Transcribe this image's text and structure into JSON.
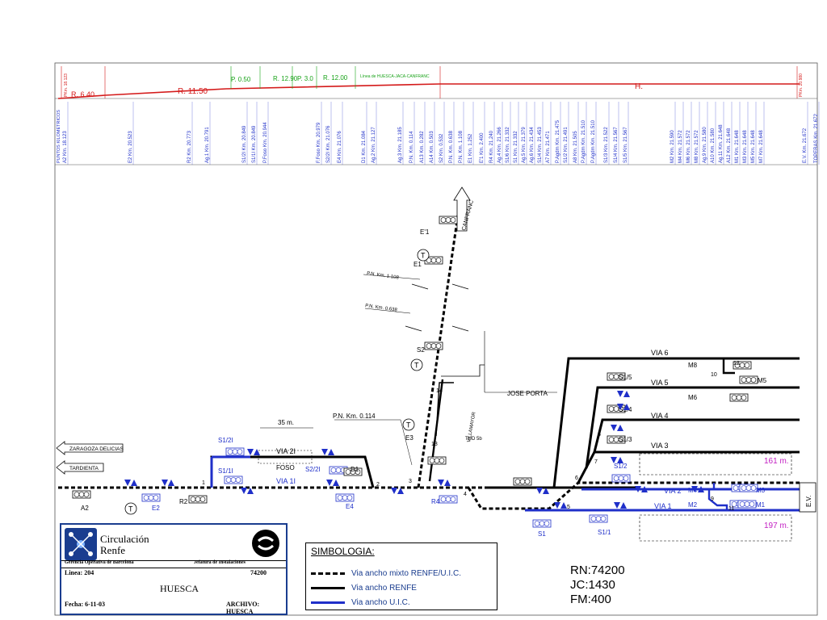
{
  "profile": {
    "gradients": [
      "R. 6.40",
      "R. 11.50",
      "P. 0.50",
      "R. 12.90",
      "P. 3.0",
      "R. 12.00",
      "H."
    ],
    "green_note": "Línea de HUESCA-JACA-CANFRANC",
    "km_markers": [
      "PKm. 18.123",
      "PKm. 20.980"
    ]
  },
  "km_header": "PUNTOS KILOMETRICOS",
  "km_points": [
    "A2 Km. 18.123",
    "E2 Km. 20.523",
    "R2 Km. 20.773",
    "Ag.1 Km. 20.791",
    "S1/2I Km. 20.849",
    "S1/1I Km. 20.849",
    "P.Foso Km. 20.944",
    "F.Foso Km. 20.979",
    "S2/2I Km. 21.076",
    "E4 Km. 21.076",
    "D1 Km. 21.084",
    "Ag.2 Km. 21.127",
    "Ag.3 Km. 21.185",
    "P.N. Km. 0.114",
    "A13 Km. 0.282",
    "A14 Km. 0.503",
    "S2 Km. 0.532",
    "P.N. Km. 0.638",
    "P.N. Km. 1.108",
    "E1 Km. 1.252",
    "E'1 Km. 2.400",
    "R4 Km. 21.240",
    "Ag.4 Km. 21.266",
    "S1/6 Km. 21.332",
    "S1 Km. 21.332",
    "Ag.5 Km. 21.379",
    "Ag.6 Km. 21.434",
    "S1/4 Km. 21.453",
    "A7 Km. 21.471",
    "P.Agdm Km. 21.475",
    "S1/2 Km. 21.491",
    "A8 Km. 21.505",
    "P.Agdm Km. 21.510",
    "P.Agdm Km. 21.510",
    "S1/3 Km. 21.522",
    "S1/4 Km. 21.567",
    "S1/5 Km. 21.567",
    "M2 Km. 21.590",
    "M4 Km. 21.572",
    "M6 Km. 21.572",
    "M8 Km. 21.572",
    "Ag.9 Km. 21.580",
    "A10 Km. 21.580",
    "Ag.11 Km. 21.648",
    "A12 Km. 21.648",
    "M1 Km. 21.648",
    "M3 Km. 21.648",
    "M5 Km. 21.648",
    "M7 Km. 21.648",
    "E.V. Km. 21.672",
    "TOPERAS Km. 21.672"
  ],
  "tracks": {
    "via6": "VIA 6",
    "via5": "VIA 5",
    "via4": "VIA 4",
    "via3": "VIA 3",
    "via2": "VIA 2",
    "via1": "VIA 1",
    "via2i": "VIA 2I",
    "via1i": "VIA 1I",
    "len161": "161 m.",
    "len197": "197 m.",
    "len35": "35 m."
  },
  "directions": {
    "zaragoza": "ZARAGOZA DELICIAS",
    "tardienta": "TARDIENTA",
    "canfranc": "CANFRANC",
    "ev": "E.V."
  },
  "places": {
    "jose_porta": "JOSE PORTA",
    "villamayor": "VILLAMAYOR",
    "tud": "TUD 5b",
    "foso": "FOSO"
  },
  "signals": {
    "e1p": "E'1",
    "e1": "E1",
    "s2": "S2",
    "e3": "E3",
    "s1_2i": "S1/2I",
    "s1_1i": "S1/1I",
    "s2_2i": "S2/2I",
    "d1": "D1",
    "e2": "E2",
    "a2": "A2",
    "r2": "R2",
    "e4": "E4",
    "r4": "R4",
    "s1": "S1",
    "s1_1": "S1/1",
    "s1_2": "S1/2",
    "s1_3": "S1/3",
    "s1_4": "S1/4",
    "s1_5": "S1/5",
    "m1": "M1",
    "m2": "M2",
    "m3": "M3",
    "m4": "M4",
    "m5": "M5",
    "m6": "M6",
    "m7": "M7",
    "m8": "M8",
    "t": "T"
  },
  "pn": {
    "pn1108": "P.N. Km. 1.108",
    "pn0638": "P.N. Km. 0.638",
    "pn0114": "P.N. Km. 0.114"
  },
  "switch_numbers": [
    "1",
    "2",
    "3",
    "4",
    "5",
    "6",
    "7",
    "8",
    "9",
    "10",
    "11",
    "12",
    "13",
    "14"
  ],
  "title_block": {
    "org_line1": "Circulación",
    "org_line2": "Renfe",
    "subtitle_left": "Gerencia Operativa de Barcelona",
    "subtitle_right": "Jefatura de Instalaciones",
    "linea_label": "Linea: 204",
    "code": "74200",
    "station": "HUESCA",
    "fecha": "Fecha: 6-11-03",
    "archivo": "ARCHIVO: HUESCA"
  },
  "legend": {
    "title": "SIMBOLOGIA:",
    "items": [
      "Via ancho mixto RENFE/U.I.C.",
      "Via ancho RENFE",
      "Via ancho U.I.C."
    ]
  },
  "codes": {
    "rn": "RN:74200",
    "jc": "JC:1430",
    "fm": "FM:400"
  },
  "colors": {
    "red": "#d41a1a",
    "green": "#19a319",
    "blue": "#1f2fc9",
    "black": "#000000",
    "magenta": "#c21fc2"
  }
}
